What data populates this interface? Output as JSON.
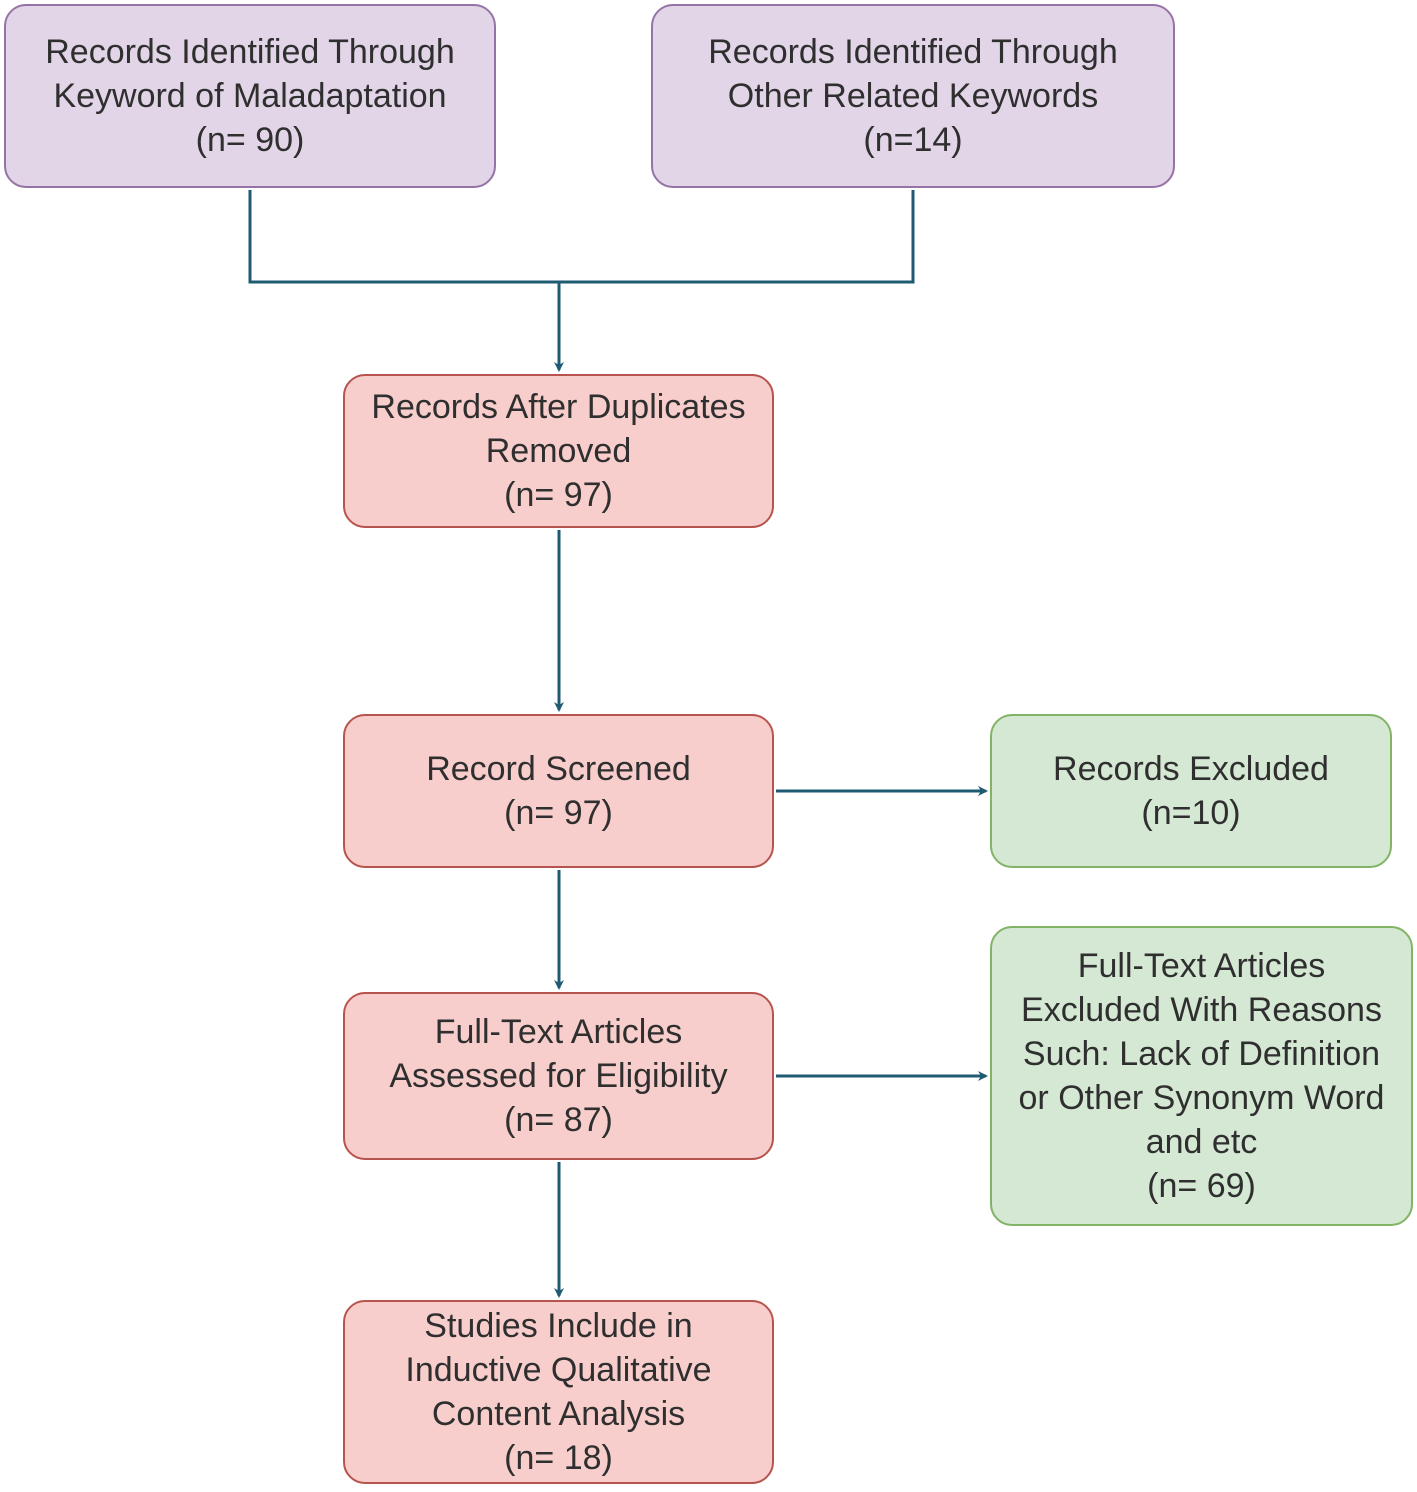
{
  "nodes": {
    "keyword_records": {
      "lines": [
        "Records Identified Through",
        "Keyword of Maladaptation",
        "(n= 90)"
      ]
    },
    "other_records": {
      "lines": [
        "Records Identified Through",
        "Other Related Keywords",
        "(n=14)"
      ]
    },
    "after_duplicates": {
      "lines": [
        "Records After Duplicates",
        "Removed",
        "(n= 97)"
      ]
    },
    "screened": {
      "lines": [
        "Record Screened",
        "(n= 97)"
      ]
    },
    "excluded": {
      "lines": [
        "Records Excluded",
        "(n=10)"
      ]
    },
    "fulltext_assessed": {
      "lines": [
        "Full-Text Articles",
        "Assessed for Eligibility",
        "(n= 87)"
      ]
    },
    "fulltext_excluded": {
      "lines": [
        "Full-Text Articles",
        "Excluded With Reasons",
        "Such: Lack of Definition",
        "or Other Synonym Word",
        "and etc",
        "(n= 69)"
      ]
    },
    "included": {
      "lines": [
        "Studies Include in",
        "Inductive Qualitative",
        "Content Analysis",
        "(n= 18)"
      ]
    }
  },
  "colors": {
    "identification_fill": "#e1d5e7",
    "identification_stroke": "#9673a6",
    "flow_fill": "#f8cecc",
    "flow_stroke": "#b85450",
    "exclusion_fill": "#d5e8d4",
    "exclusion_stroke": "#82b366",
    "connector": "#1f5a73"
  }
}
